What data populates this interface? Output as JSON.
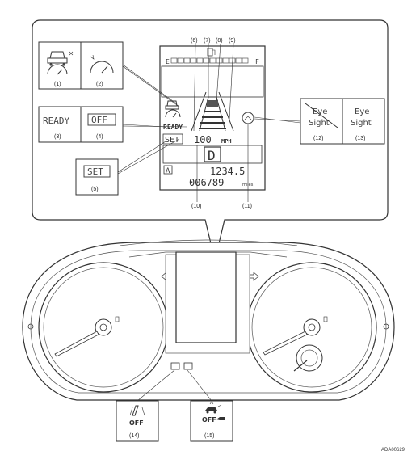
{
  "callouts": {
    "c1": "(1)",
    "c2": "(2)",
    "c3": "(3)",
    "c4": "(4)",
    "c5": "(5)",
    "c6": "(6)",
    "c7": "(7)",
    "c8": "(8)",
    "c9": "(9)",
    "c10": "(10)",
    "c11": "(11)",
    "c12": "(12)",
    "c13": "(13)",
    "c14": "(14)",
    "c15": "(15)"
  },
  "panel_texts": {
    "ready": "READY",
    "off": "OFF",
    "set": "SET",
    "eyesight_off_line1": "Eye",
    "eyesight_off_line2": "Sight",
    "eyesight_line1": "Eye",
    "eyesight_line2": "Sight"
  },
  "display": {
    "fuel_empty": "E",
    "fuel_full": "F",
    "ready_text": "READY",
    "set_text": "SET",
    "speed_value": "100",
    "speed_unit": "MPH",
    "gear": "D",
    "trip_label": "A",
    "trip_value": "1234.5",
    "odometer": "006789",
    "odometer_unit": "miles"
  },
  "icons": {
    "i14_text": "OFF",
    "i15_text": "OFF"
  },
  "figure_code": "ADA00629"
}
